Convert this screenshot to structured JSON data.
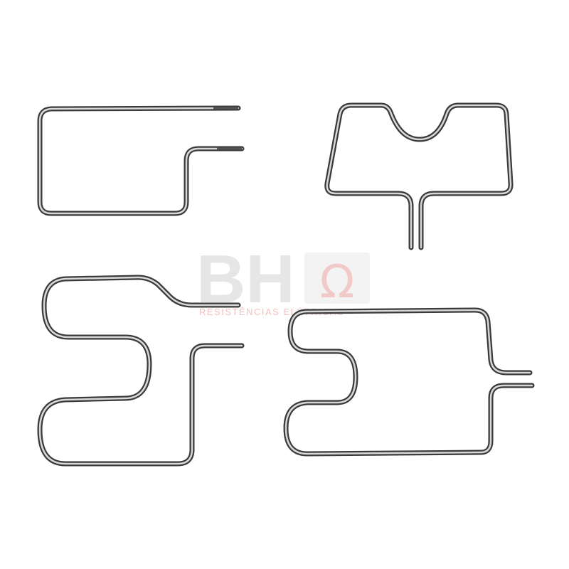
{
  "image": {
    "background": "#ffffff",
    "wire_color": "#3a3a3a",
    "wire_highlight": "#d8d8d8"
  },
  "watermark": {
    "letters": "BH",
    "symbol": "Ω",
    "tagline": "RESISTÊNCIAS ELÉTRICAS",
    "letters_color": "#e6e6e6",
    "tagline_color": "#f2c1c1"
  },
  "objects": [
    {
      "name": "heating-element-top-left",
      "shape": "rectangular loop with step-down inlet"
    },
    {
      "name": "heating-element-top-right",
      "shape": "trapezoid with central notch, terminals at bottom"
    },
    {
      "name": "heating-element-bottom-left",
      "shape": "serpentine double loop"
    },
    {
      "name": "heating-element-bottom-right",
      "shape": "rectangular loop with side indent, terminals at right"
    }
  ]
}
